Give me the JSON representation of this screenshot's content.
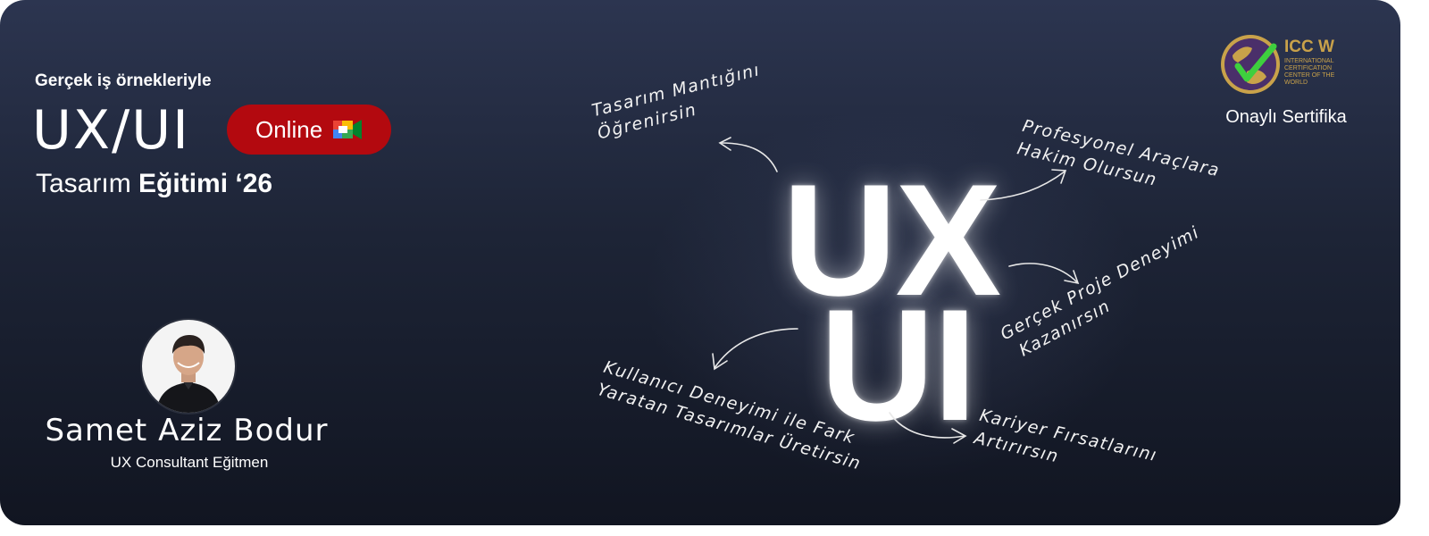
{
  "header": {
    "tagline": "Gerçek iş örnekleriyle",
    "title": "UX/UI",
    "online_label": "Online",
    "subtitle_light": "Tasarım",
    "subtitle_strong": "Eğitimi ‘26"
  },
  "instructor": {
    "name": "Samet Aziz Bodur",
    "role": "UX Consultant Eğitmen"
  },
  "center": {
    "big_top": "UX",
    "big_bottom": "UI"
  },
  "notes": [
    {
      "line1": "Tasarım Mantığını",
      "line2": "Öğrenirsin"
    },
    {
      "line1": "Profesyonel Araçlara",
      "line2": "Hakim Olursun"
    },
    {
      "line1": "Gerçek Proje Deneyimi",
      "line2": "Kazanırsın"
    },
    {
      "line1": "Kullanıcı Deneyimi ile Fark",
      "line2": "Yaratan Tasarımlar Üretirsin"
    },
    {
      "line1": "Kariyer Fırsatlarını",
      "line2": "Artırırsın"
    }
  ],
  "certificate": {
    "logo_title": "ICC W",
    "logo_line1": "INTERNATIONAL",
    "logo_line2": "CERTIFICATION",
    "logo_line3": "CENTER OF THE",
    "logo_line4": "WORLD",
    "label": "Onaylı Sertifika"
  },
  "colors": {
    "badge_red": "#b3090f",
    "background_top": "#2c3550",
    "background_bottom": "#111521",
    "cert_gold": "#c9a24a",
    "check_green": "#3ecf3e"
  },
  "icons": {
    "meet": "google-meet-icon",
    "cert": "globe-check-icon"
  }
}
